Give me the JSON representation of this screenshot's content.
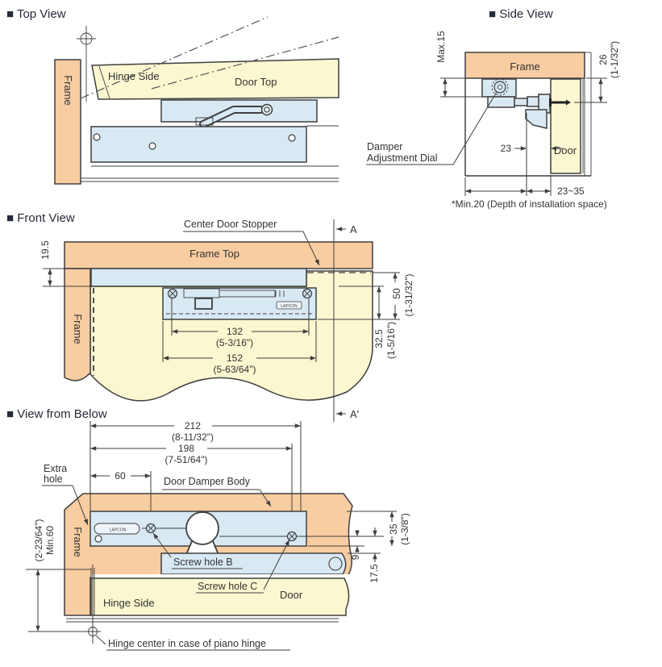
{
  "colors": {
    "frame_fill": "#f8cda2",
    "door_fill": "#fbf7d0",
    "damper_fill": "#d9e9f3",
    "line": "#3f3f3f",
    "title_text": "#262b3a"
  },
  "brand_logo": "LAPCON",
  "top_view": {
    "title": "■ Top View",
    "frame": "Frame",
    "hinge_side": "Hinge Side",
    "door_top": "Door Top"
  },
  "side_view": {
    "title": "■ Side View",
    "frame": "Frame",
    "door": "Door",
    "damper_label_line1": "Damper",
    "damper_label_line2": "Adjustment Dial",
    "dim_max15": "Max.15",
    "dim_26": "26",
    "dim_26_in": "(1-1/32\")",
    "dim_23": "23",
    "dim_23_35": "23~35",
    "note_min20": "*Min.20 (Depth of installation space)"
  },
  "front_view": {
    "title": "■ Front View",
    "center_door_stopper": "Center Door Stopper",
    "frame_top": "Frame Top",
    "frame": "Frame",
    "dim_19_5": "19.5",
    "dim_132": "132",
    "dim_132_in": "(5-3/16\")",
    "dim_152": "152",
    "dim_152_in": "(5-63/64\")",
    "dim_50": "50",
    "dim_50_in": "(1-31/32\")",
    "dim_32_5": "32.5",
    "dim_32_5_in": "(1-5/16\")",
    "section_a": "A",
    "section_a_prime": "A'"
  },
  "below_view": {
    "title": "■ View from Below",
    "extra_line1": "Extra",
    "extra_line2": "hole",
    "door_damper_body": "Door Damper Body",
    "frame": "Frame",
    "screw_hole_b": "Screw hole B",
    "screw_hole_c": "Screw hole C",
    "door": "Door",
    "hinge_side": "Hinge Side",
    "hinge_center_note": "Hinge center in case of piano hinge",
    "dim_212": "212",
    "dim_212_in": "(8-11/32\")",
    "dim_198": "198",
    "dim_198_in": "(7-51/64\")",
    "dim_60": "60",
    "dim_min60": "Min.60",
    "dim_min60_in": "(2-23/64\")",
    "dim_35": "35",
    "dim_35_in": "(1-3/8\")",
    "dim_9": "9",
    "dim_17_5": "17.5"
  }
}
